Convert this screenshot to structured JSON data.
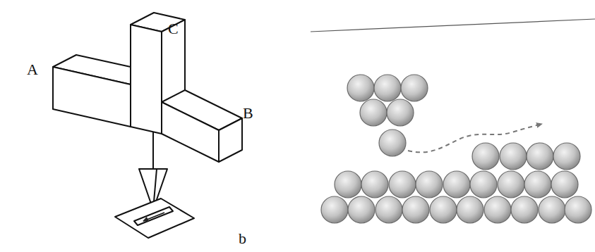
{
  "diagram": {
    "labels": [
      "A",
      "C",
      "B",
      "b"
    ]
  }
}
